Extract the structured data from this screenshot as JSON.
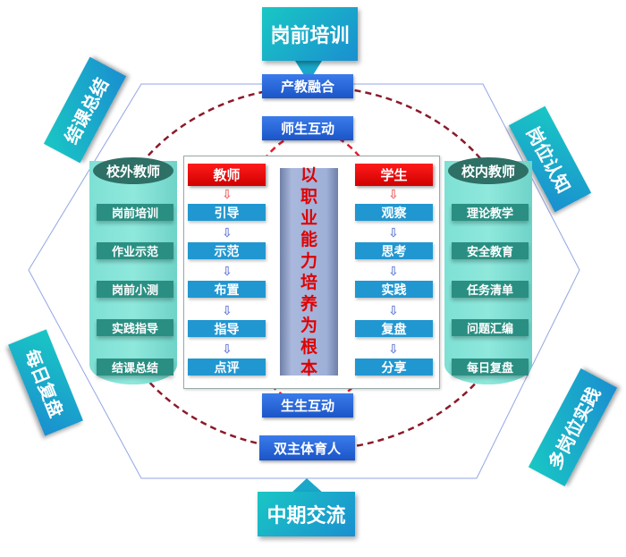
{
  "callouts": {
    "top": "岗前培训",
    "bottom": "中期交流",
    "top_left": "结课总结",
    "top_right": "岗位认知",
    "bottom_left": "每日复盘",
    "bottom_right": "多岗位实践"
  },
  "rings": {
    "outer_top": "产教融合",
    "inner_top": "师生互动",
    "inner_bottom": "生生互动",
    "outer_bottom": "双主体育人"
  },
  "left_cylinder": {
    "title": "校外教师",
    "items": [
      "岗前培训",
      "作业示范",
      "岗前小测",
      "实践指导",
      "结课总结"
    ]
  },
  "right_cylinder": {
    "title": "校内教师",
    "items": [
      "理论教学",
      "安全教育",
      "任务清单",
      "问题汇编",
      "每日复盘"
    ]
  },
  "teacher": {
    "title": "教师",
    "steps": [
      "引导",
      "示范",
      "布置",
      "指导",
      "点评"
    ]
  },
  "student": {
    "title": "学生",
    "steps": [
      "观察",
      "思考",
      "实践",
      "复盘",
      "分享"
    ]
  },
  "pillar": "以职业能力培养为根本",
  "colors": {
    "teal": "#19c7c4",
    "blue": "#1b55c8",
    "red": "#e00000",
    "cyl": "#7ee0d4"
  }
}
